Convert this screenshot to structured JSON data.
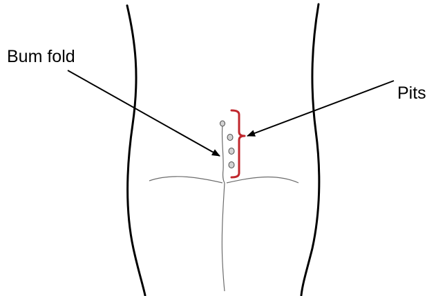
{
  "labels": {
    "bum_fold": "Bum fold",
    "pits": "Pits"
  },
  "colors": {
    "outline": "#000000",
    "thin_line": "#6b6b6b",
    "bracket": "#c0272d",
    "pit_fill": "#d2d2d2",
    "pit_stroke": "#4a4a4a"
  },
  "pits_count": 4
}
